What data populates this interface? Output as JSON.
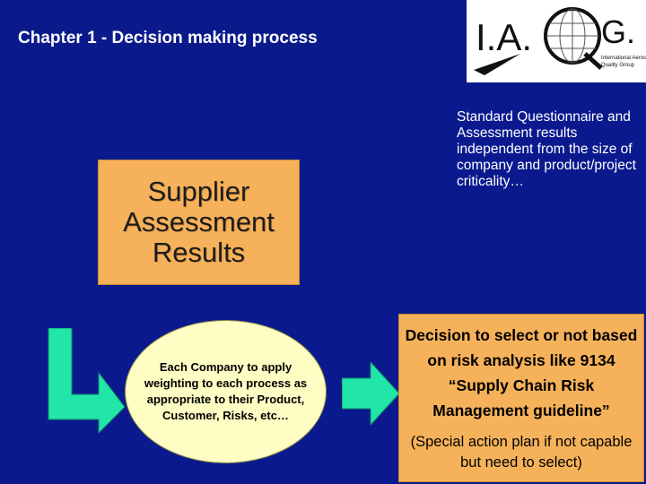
{
  "header": {
    "title": "Chapter 1 - Decision making process",
    "logo_text": "I.A.Q.G.",
    "logo_subtext_1": "International Aerospace",
    "logo_subtext_2": "Quality Group"
  },
  "supplier_box": {
    "text": "Supplier Assessment Results"
  },
  "standard_note": {
    "text": "Standard Questionnaire and Assessment results independent from the size of company and product/project criticality…"
  },
  "weighting_ellipse": {
    "text": "Each Company to apply weighting to each process as appropriate to their Product, Customer, Risks, etc…"
  },
  "decision_box": {
    "main": "Decision to select or not based on risk analysis like 9134 “Supply Chain Risk Management guideline”",
    "sub": "(Special action plan if not capable but need to select)"
  },
  "colors": {
    "background": "#0a1a8e",
    "box_fill": "#f6b25a",
    "ellipse_fill": "#fdfdc4",
    "arrow_fill": "#22e5a8"
  },
  "icons": {
    "left_arrow": "l-shaped-arrow-icon",
    "right_arrow": "right-arrow-icon"
  }
}
